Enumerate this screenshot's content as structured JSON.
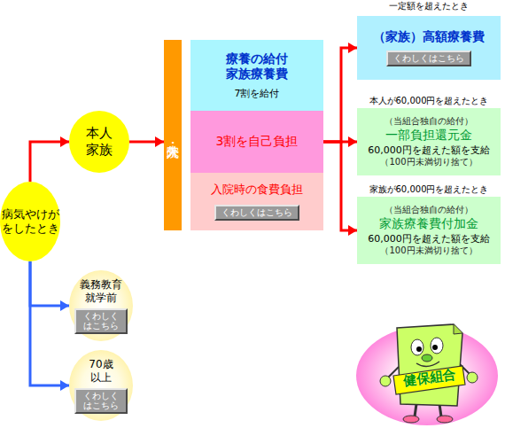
{
  "diagram": {
    "nodes": [
      {
        "text": [
          "病気やけが をしたとき"
        ]
      },
      {
        "text": [
          "本人 家族"
        ]
      },
      {
        "text": [
          "外来・入院"
        ]
      },
      {
        "text": [
          "療養の給付 家族療養費",
          "7割を給付"
        ]
      },
      {
        "text": [
          "3割を自己負担"
        ]
      },
      {
        "text": [
          "入院時の食費負担"
        ]
      },
      {
        "text": [
          "くわしくはこちら"
        ],
        "in": 5
      },
      {
        "text": [
          "一定額を超えたとき",
          "（家族）高額療養費"
        ]
      },
      {
        "text": [
          "くわしくはこちら"
        ],
        "in": 7
      },
      {
        "text": [
          "本人が60,000円を超えたとき",
          "（当組合独自の給付）",
          "一部負担還元金",
          "60,000円を超えた額を支給",
          "（100円未満切り捨て）"
        ]
      },
      {
        "text": [
          "家族が60,000円を超えたとき",
          "（当組合独自の給付）",
          "家族療養費付加金",
          "60,000円を超えた額を支給",
          "（100円未満切り捨て）"
        ]
      },
      {
        "text": [
          "義務教育 就学前"
        ]
      },
      {
        "text": [
          "くわしく はこちら"
        ],
        "in": 11
      },
      {
        "text": [
          "70歳 以上"
        ]
      },
      {
        "text": [
          "くわしく はこちら"
        ],
        "in": 13
      }
    ],
    "edges": [
      {
        "from": 0,
        "to": 1,
        "arrow": "to"
      },
      {
        "from": 1,
        "to": 2,
        "arrow": "to"
      },
      {
        "from": 4,
        "to": 7,
        "arrow": "to"
      },
      {
        "from": 4,
        "to": 9,
        "arrow": "to"
      },
      {
        "from": 4,
        "to": 10,
        "arrow": "to"
      },
      {
        "from": 0,
        "to": 11,
        "arrow": "to"
      },
      {
        "from": 0,
        "to": 13,
        "arrow": "to"
      }
    ],
    "labels": [
      "健保組合"
    ]
  }
}
